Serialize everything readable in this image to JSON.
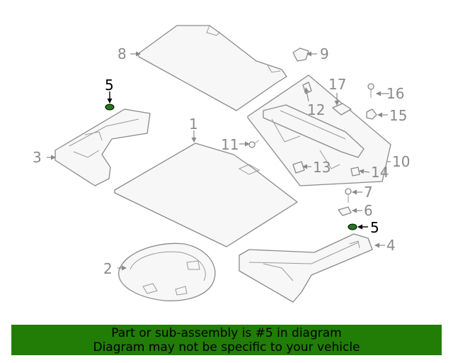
{
  "callouts": {
    "c1": "1",
    "c2": "2",
    "c3": "3",
    "c4": "4",
    "c5a": "5",
    "c5b": "5",
    "c6": "6",
    "c7": "7",
    "c8": "8",
    "c9": "9",
    "c10": "10",
    "c11": "11",
    "c12": "12",
    "c13": "13",
    "c14": "14",
    "c15": "15",
    "c16": "16",
    "c17": "17"
  },
  "highlighted_part": "5",
  "banner": {
    "line1": "Part or sub-assembly is #5 in diagram",
    "line2": "Diagram may not be specific to your vehicle",
    "color": "#217d05"
  },
  "colors": {
    "line": "#8a8a8a",
    "highlight_part": "#1f7a1a"
  }
}
